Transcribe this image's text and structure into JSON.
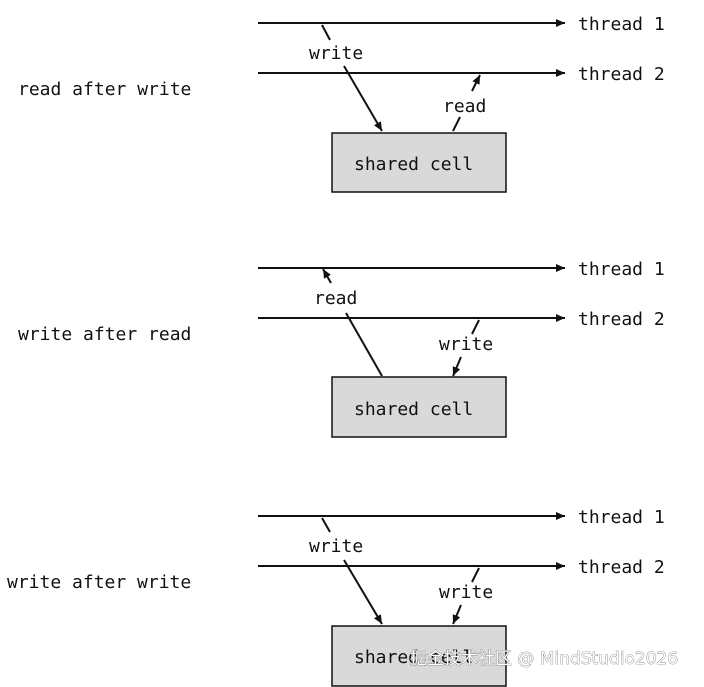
{
  "colors": {
    "line": "#111111",
    "cell_fill": "#d9d9d9",
    "cell_stroke": "#111111",
    "background": "#ffffff"
  },
  "scenarios": [
    {
      "label": "read after write",
      "thread1": "thread 1",
      "thread2": "thread 2",
      "op1": "write",
      "op2": "read",
      "cell": "shared cell"
    },
    {
      "label": "write after read",
      "thread1": "thread 1",
      "thread2": "thread 2",
      "op1": "read",
      "op2": "write",
      "cell": "shared cell"
    },
    {
      "label": "write after write",
      "thread1": "thread 1",
      "thread2": "thread 2",
      "op1": "write",
      "op2": "write",
      "cell": "shared cell"
    }
  ],
  "watermark": "掘金技术社区 @ MindStudio2026"
}
